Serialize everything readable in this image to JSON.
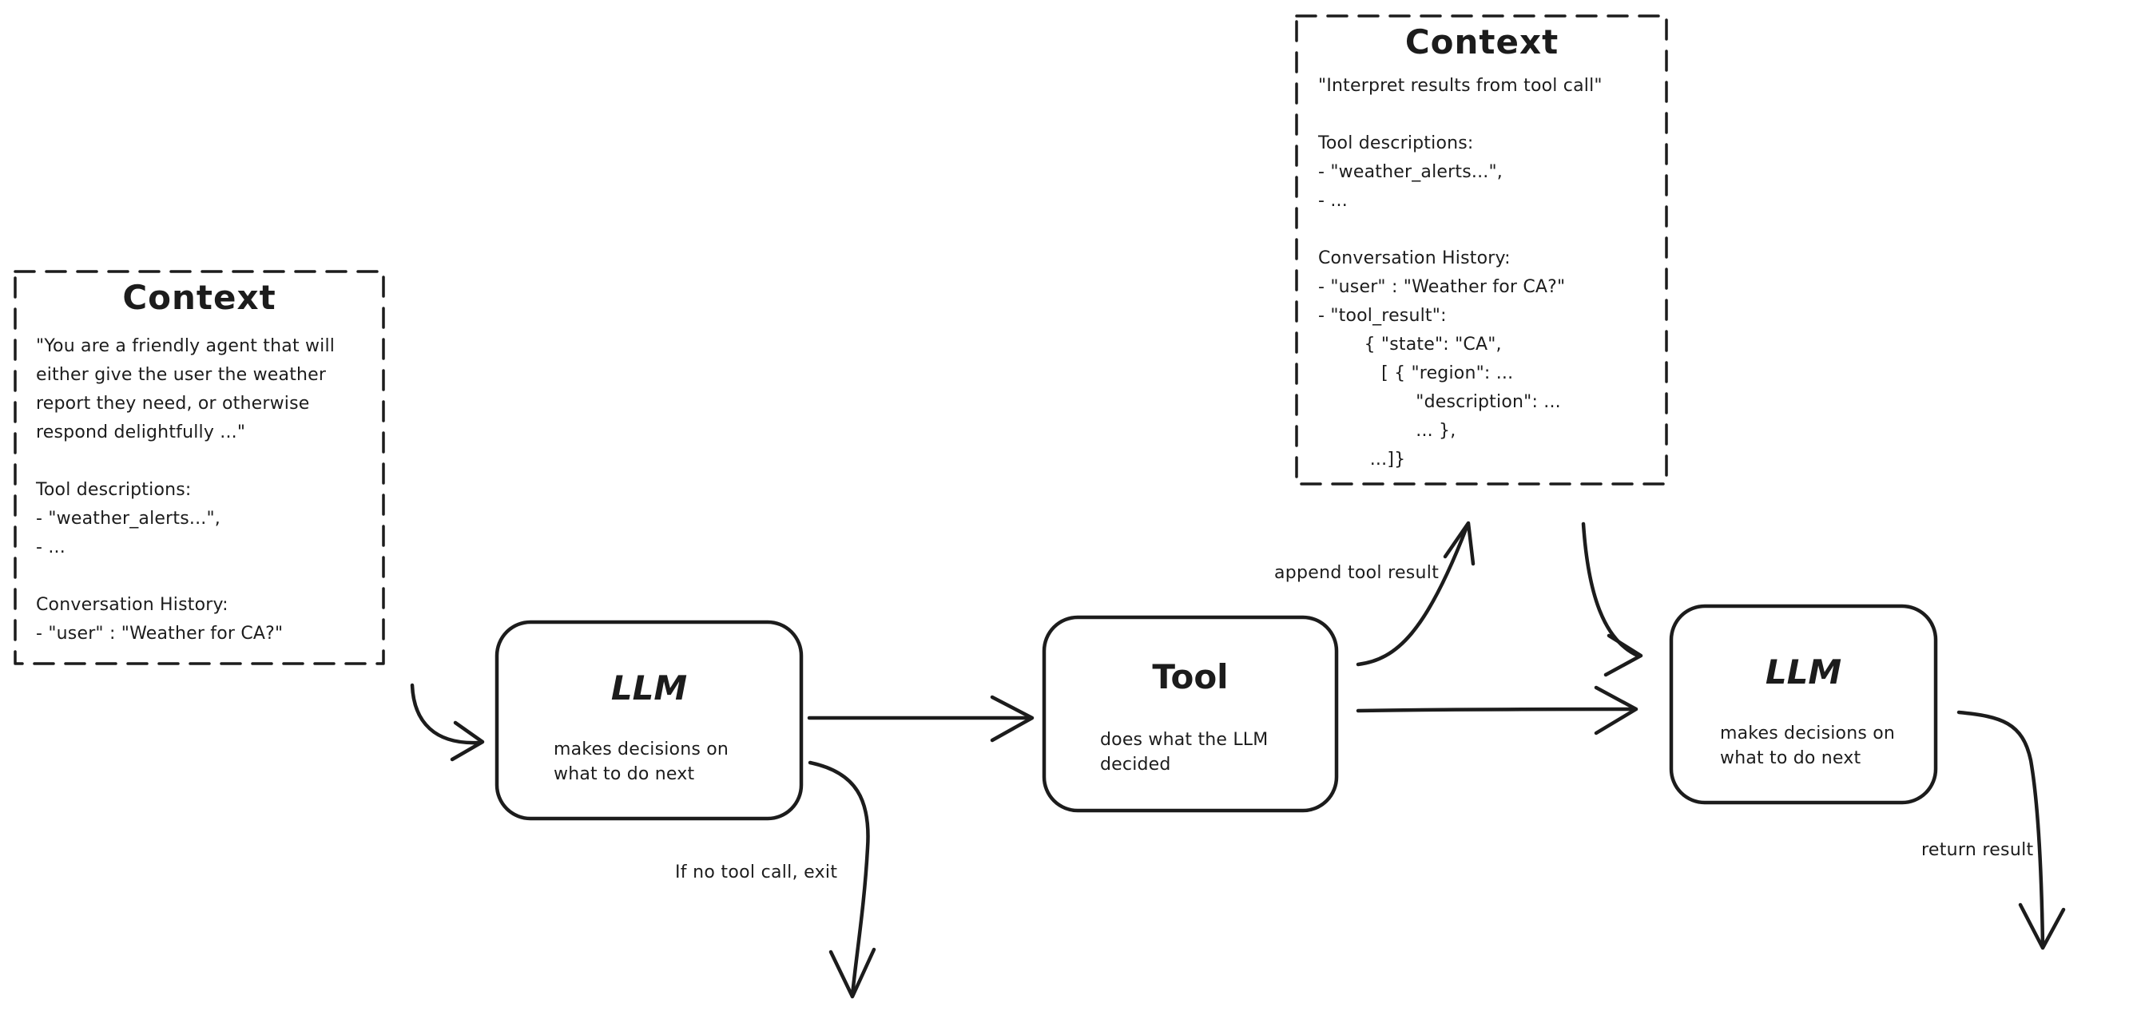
{
  "diagram": {
    "colors": {
      "ink": "#1c1c1c",
      "background": "#ffffff"
    },
    "context_left": {
      "title": "Context",
      "lines": [
        "\"You are a friendly agent that will",
        "either give the user the weather",
        "report they need, or otherwise",
        "respond delightfully ...\"",
        "",
        "Tool descriptions:",
        "- \"weather_alerts...\",",
        "- ...",
        "",
        "Conversation History:",
        "- \"user\" : \"Weather for CA?\""
      ]
    },
    "context_right": {
      "title": "Context",
      "lines": [
        "\"Interpret results from tool call\"",
        "",
        "Tool descriptions:",
        "- \"weather_alerts...\",",
        "- ...",
        "",
        "Conversation History:",
        "- \"user\" : \"Weather for CA?\"",
        "- \"tool_result\":",
        "        { \"state\": \"CA\",",
        "           [ { \"region\": ...",
        "                 \"description\": ...",
        "                 ... },",
        "         ...]}"
      ]
    },
    "nodes": {
      "llm1": {
        "title": "LLM",
        "subtitle_lines": [
          "makes decisions on",
          "what to do next"
        ]
      },
      "tool": {
        "title": "Tool",
        "subtitle_lines": [
          "does what the LLM",
          "decided"
        ]
      },
      "llm2": {
        "title": "LLM",
        "subtitle_lines": [
          "makes decisions on",
          "what to do next"
        ]
      }
    },
    "edge_labels": {
      "append_tool_result": "append tool result",
      "if_no_tool_call_exit": "If no tool call, exit",
      "return_result": "return result"
    }
  }
}
